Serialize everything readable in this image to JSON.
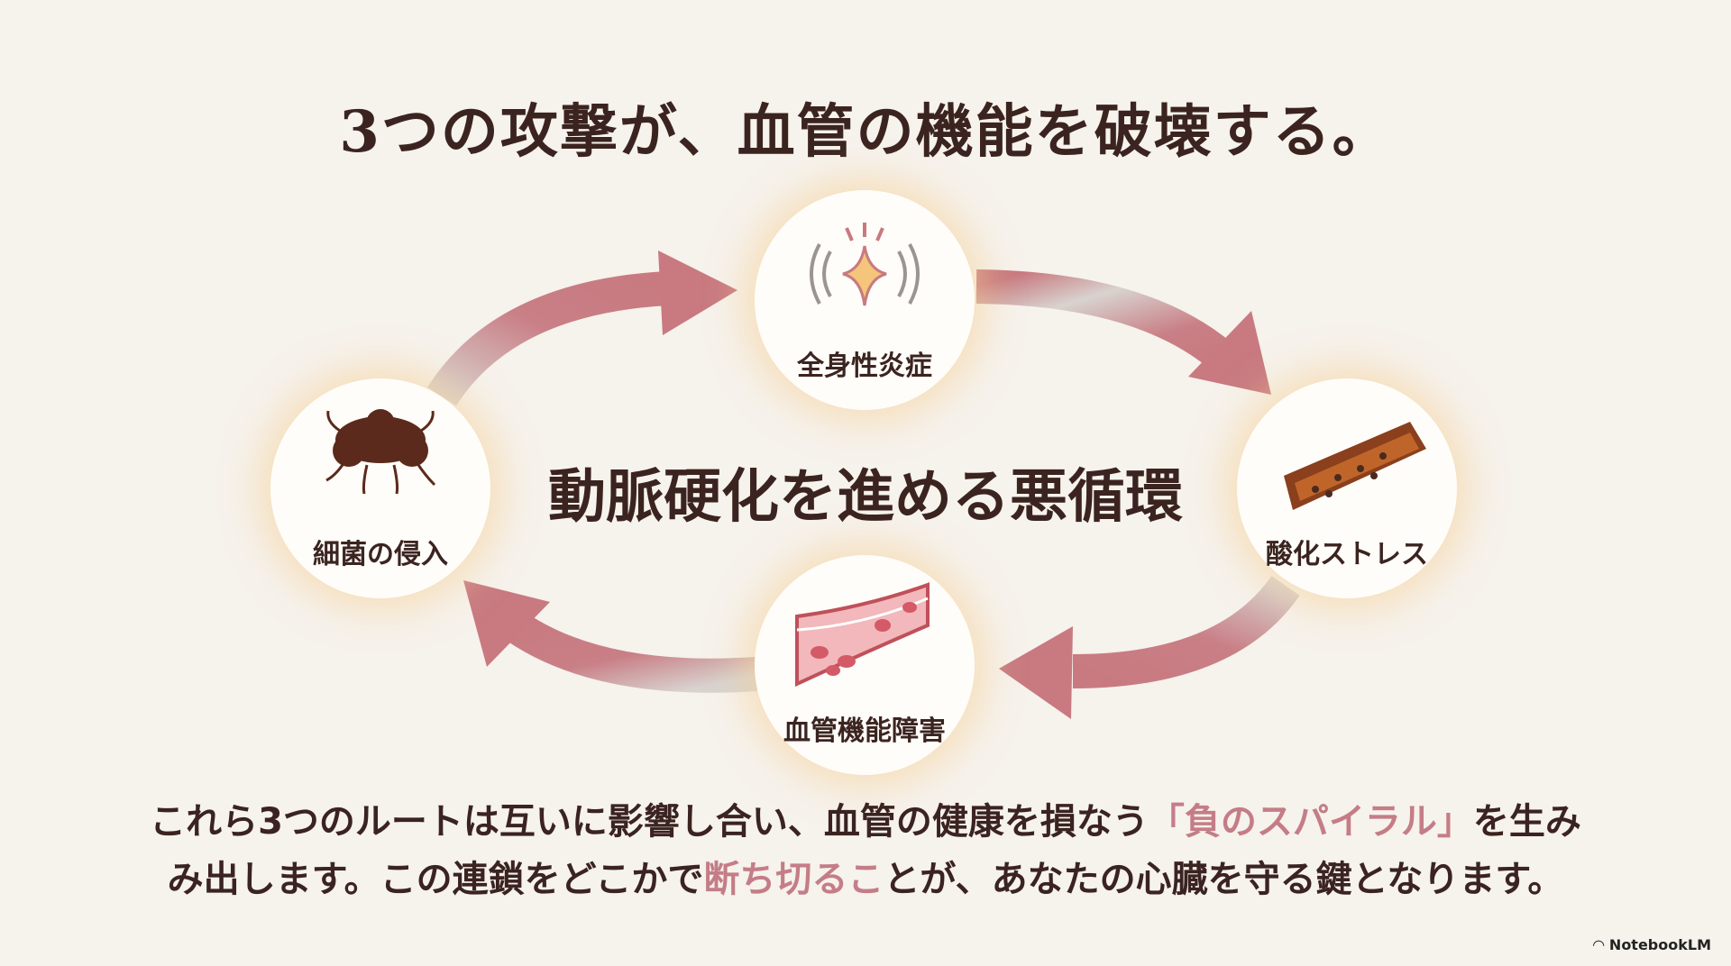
{
  "title": "3つの攻撃が、血管の機能を破壊する。",
  "center_label": "動脈硬化を進める悪循環",
  "nodes": [
    {
      "label": "全身性炎症",
      "icon": "inflammation-spark-icon"
    },
    {
      "label": "酸化ストレス",
      "icon": "oxidized-vessel-icon"
    },
    {
      "label": "血管機能障害",
      "icon": "damaged-blood-vessel-icon"
    },
    {
      "label": "細菌の侵入",
      "icon": "bacteria-cluster-icon"
    }
  ],
  "paragraph": {
    "line1_a": "これら3つのルートは互いに影響し合い、血管の健康を損なう",
    "line1_hl": "「負のスパイラル」",
    "line1_b": "を生み",
    "line2_a": "み出します。この連鎖をどこかで",
    "line2_hl": "断ち切るこ",
    "line2_b": "とが、あなたの心臓を守る鍵となります。"
  },
  "brand": "NotebookLM",
  "colors": {
    "accent": "#c47d87",
    "arrow": "#c87a80",
    "text": "#3b2420",
    "background": "#f6f2ec"
  }
}
